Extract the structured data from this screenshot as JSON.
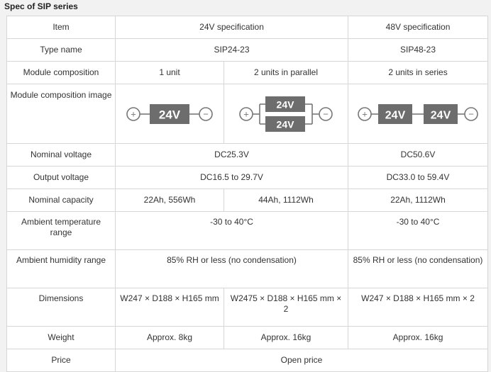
{
  "title": "Spec of SIP series",
  "headers": {
    "item": "Item",
    "spec24": "24V specification",
    "spec48": "48V specification"
  },
  "rows": {
    "type_name": {
      "label": "Type name",
      "v24": "SIP24-23",
      "v48": "SIP48-23"
    },
    "module_composition": {
      "label": "Module composition",
      "v24a": "1 unit",
      "v24b": "2 units in parallel",
      "v48": "2 units in series"
    },
    "module_image": {
      "label": "Module composition image",
      "module_text": "24V",
      "plus": "+",
      "minus": "−"
    },
    "nominal_voltage": {
      "label": "Nominal voltage",
      "v24": "DC25.3V",
      "v48": "DC50.6V"
    },
    "output_voltage": {
      "label": "Output voltage",
      "v24": "DC16.5 to 29.7V",
      "v48": "DC33.0 to 59.4V"
    },
    "nominal_capacity": {
      "label": "Nominal capacity",
      "v24a": "22Ah, 556Wh",
      "v24b": "44Ah, 1112Wh",
      "v48": "22Ah, 1112Wh"
    },
    "ambient_temperature": {
      "label": "Ambient temperature range",
      "v24": "-30 to 40°C",
      "v48": "-30 to 40°C"
    },
    "ambient_humidity": {
      "label": "Ambient humidity range",
      "v24": "85% RH or less (no condensation)",
      "v48": "85% RH or less (no condensation)"
    },
    "dimensions": {
      "label": "Dimensions",
      "v24a": "W247 × D188 × H165 mm",
      "v24b": "W2475 × D188 × H165 mm × 2",
      "v48": "W247 × D188 × H165 mm × 2"
    },
    "weight": {
      "label": "Weight",
      "v24a": "Approx. 8kg",
      "v24b": "Approx. 16kg",
      "v48": "Approx. 16kg"
    },
    "price": {
      "label": "Price",
      "value": "Open price"
    }
  },
  "colors": {
    "module_fill": "#6d6d6d",
    "module_text": "#ffffff",
    "line": "#777777",
    "border": "#d6d6d6"
  }
}
